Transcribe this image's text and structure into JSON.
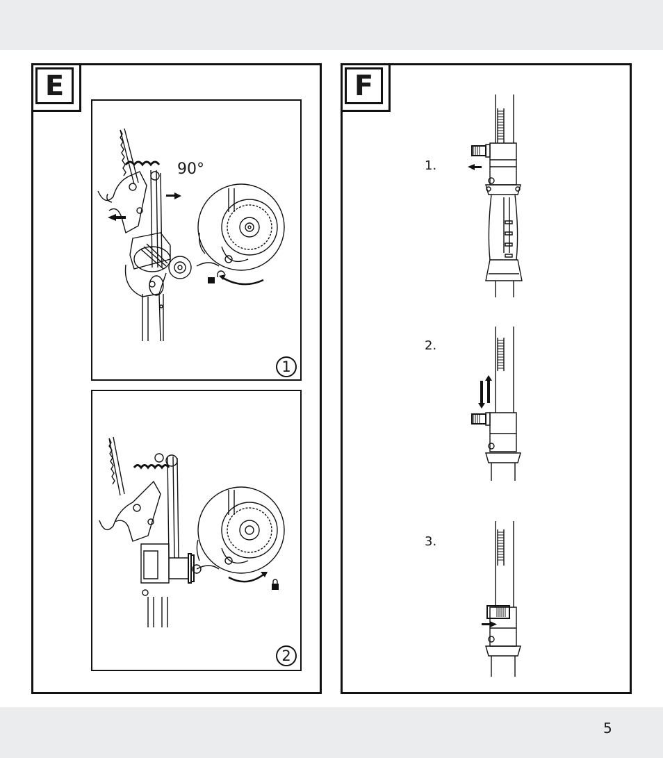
{
  "page": {
    "number": "5"
  },
  "panel_e": {
    "letter": "E",
    "step_1": {
      "badge": "1",
      "angle": "90°"
    },
    "step_2": {
      "badge": "2"
    }
  },
  "panel_f": {
    "letter": "F",
    "steps": [
      "1.",
      "2.",
      "3."
    ]
  },
  "icons": {
    "unlock": "padlock-open-icon",
    "lock": "padlock-closed-icon",
    "arrow": "arrow-icon",
    "rotate": "curved-rotation-arrow-icon"
  },
  "colors": {
    "background_band": "#ebeced",
    "line": "#111111"
  }
}
